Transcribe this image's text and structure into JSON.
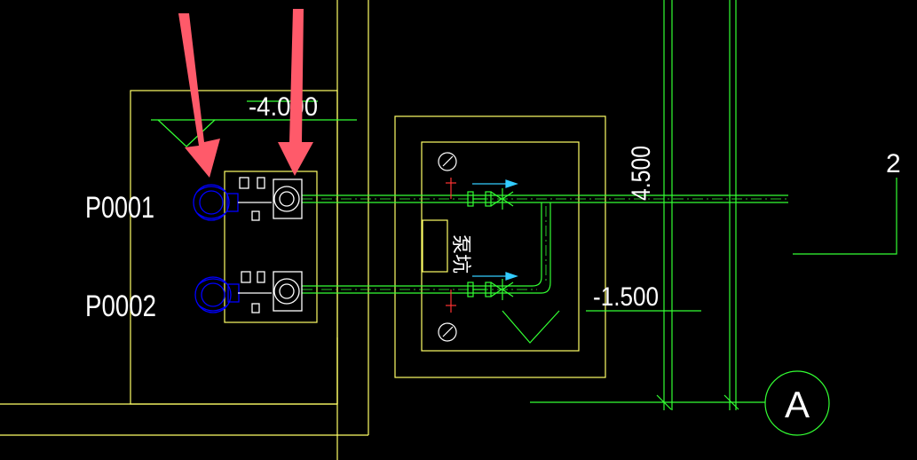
{
  "labels": {
    "elev_top": "-4.000",
    "elev_right": "-1.500",
    "elev_vertical": "4.500",
    "pump_1": "P0001",
    "pump_2": "P0002",
    "grid_number": "2",
    "grid_letter": "A",
    "room_label": "泵坑"
  },
  "colors": {
    "background": "#000000",
    "wall": "#ffff66",
    "pipe": "#33ff33",
    "text": "#ffffff",
    "pump": "#0000ff",
    "valve_flow": "#33ccff",
    "red_tag": "#ff3333",
    "arrow": "#ff5a6a"
  },
  "icons": {
    "pressure_gauge": "pressure-gauge-icon",
    "gate_valve": "gate-valve-icon",
    "check_valve": "check-valve-icon",
    "flow_arrow": "flow-direction-arrow-icon",
    "pump_motor": "pump-motor-icon",
    "pump_volute": "pump-volute-icon",
    "callout_arrow": "callout-arrow-icon",
    "grid_bubble": "grid-bubble-icon"
  }
}
